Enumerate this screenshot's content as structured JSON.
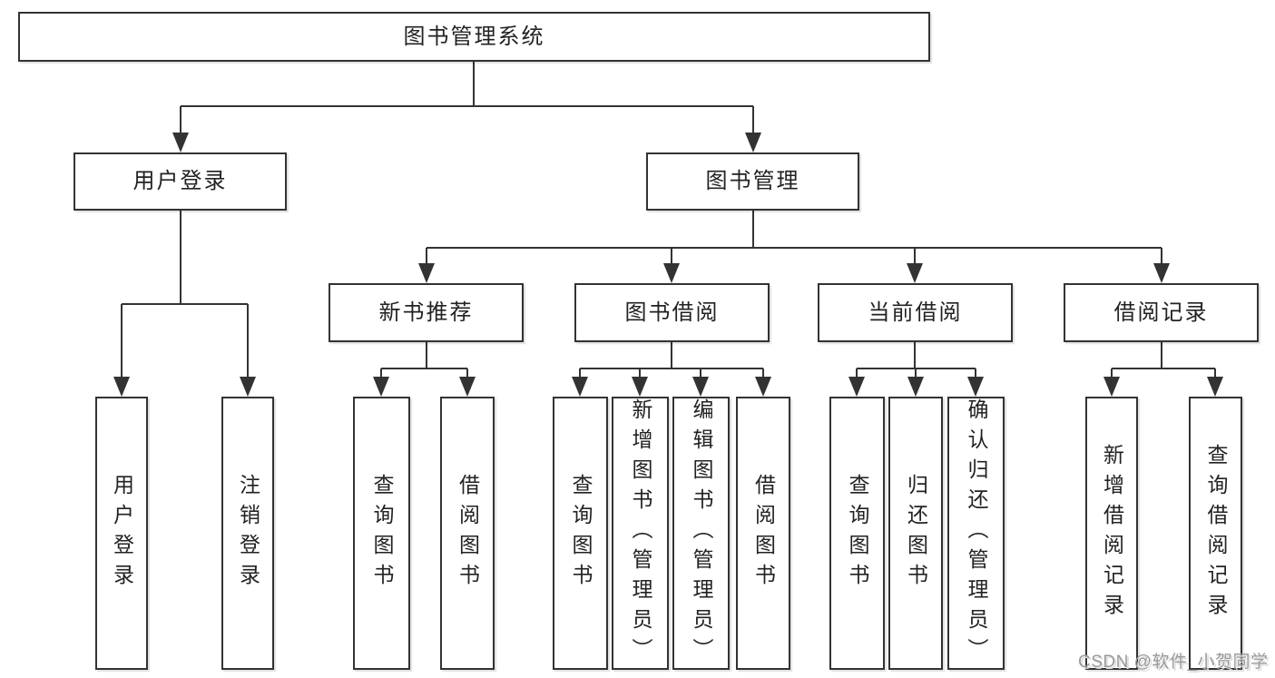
{
  "tree": {
    "label": "图书管理系统",
    "children": [
      {
        "label": "用户登录",
        "children": [
          {
            "label": "用户登录"
          },
          {
            "label": "注销登录"
          }
        ]
      },
      {
        "label": "图书管理",
        "children": [
          {
            "label": "新书推荐",
            "children": [
              {
                "label": "查询图书"
              },
              {
                "label": "借阅图书"
              }
            ]
          },
          {
            "label": "图书借阅",
            "children": [
              {
                "label": "查询图书"
              },
              {
                "label": "新增图书（管理员）"
              },
              {
                "label": "编辑图书（管理员）"
              },
              {
                "label": "借阅图书"
              }
            ]
          },
          {
            "label": "当前借阅",
            "children": [
              {
                "label": "查询图书"
              },
              {
                "label": "归还图书"
              },
              {
                "label": "确认归还（管理员）"
              }
            ]
          },
          {
            "label": "借阅记录",
            "children": [
              {
                "label": "新增借阅记录"
              },
              {
                "label": "查询借阅记录"
              }
            ]
          }
        ]
      }
    ]
  },
  "watermark": {
    "text": "CSDN @软件_小贺同学"
  },
  "colors": {
    "line": "#333333",
    "box_border": "#333333",
    "text": "#222222",
    "background": "#ffffff",
    "watermark": "#9a9a9a"
  }
}
